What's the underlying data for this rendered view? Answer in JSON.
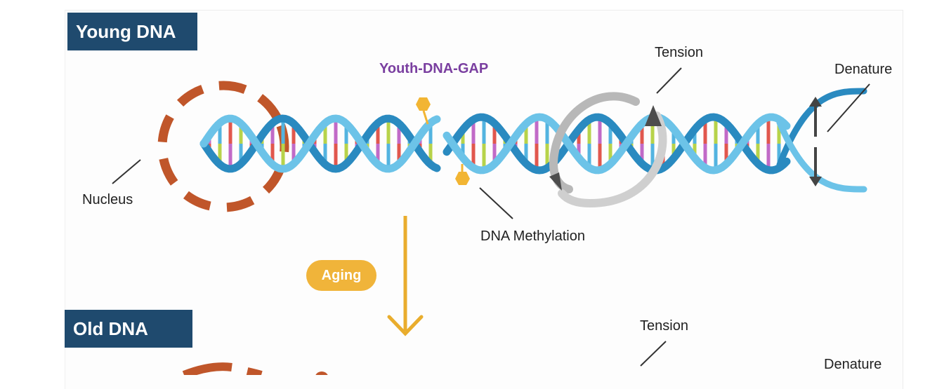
{
  "young": {
    "title": "Young DNA",
    "labels": {
      "gap": "Youth-DNA-GAP",
      "tension": "Tension",
      "denature": "Denature",
      "nucleus": "Nucleus",
      "methylation": "DNA Methylation"
    }
  },
  "aging": {
    "label": "Aging"
  },
  "old": {
    "title": "Old DNA",
    "labels": {
      "tension": "Tension",
      "denature": "Denature"
    }
  },
  "colors": {
    "title_bg": "#1f4a6e",
    "nucleus": "#c0562a",
    "strand_light": "#6cc3e8",
    "strand_dark": "#2a8ac0",
    "arrow": "#e9ad2d",
    "methyl": "#f2b533",
    "gap_text": "#7a3fa0",
    "tension_ring": "#9a9a9a",
    "rung_palette": [
      "#e1574d",
      "#b7d34a",
      "#c16ac7",
      "#53b4e0"
    ]
  }
}
